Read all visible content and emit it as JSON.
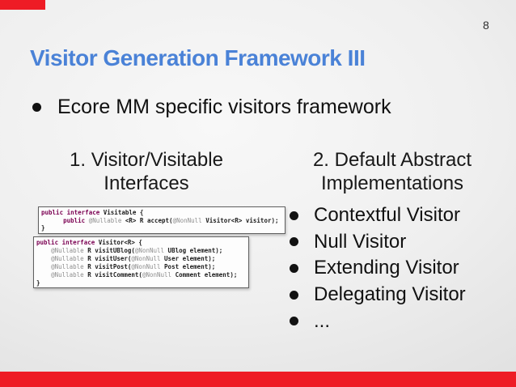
{
  "slide": {
    "page_number": "8",
    "title": "Visitor Generation Framework III",
    "main_bullet": "Ecore MM specific visitors framework",
    "left_column": {
      "heading_line1": "1. Visitor/Visitable",
      "heading_line2": "Interfaces"
    },
    "right_column": {
      "heading_line1": "2. Default Abstract",
      "heading_line2": "Implementations",
      "items": [
        "Contextful Visitor",
        "Null Visitor",
        "Extending Visitor",
        "Delegating Visitor",
        "..."
      ]
    },
    "code_blocks": [
      {
        "name": "visitable-interface",
        "lines": [
          [
            {
              "t": "k",
              "s": "public interface"
            },
            {
              "t": "p",
              "s": " Visitable {"
            }
          ],
          [
            {
              "t": "p",
              "s": "      "
            },
            {
              "t": "k",
              "s": "public"
            },
            {
              "t": "p",
              "s": " "
            },
            {
              "t": "a",
              "s": "@Nullable"
            },
            {
              "t": "p",
              "s": " <R> R accept("
            },
            {
              "t": "a",
              "s": "@NonNull"
            },
            {
              "t": "p",
              "s": " Visitor<R> visitor);"
            }
          ],
          [
            {
              "t": "p",
              "s": "}"
            }
          ]
        ]
      },
      {
        "name": "visitor-interface",
        "lines": [
          [
            {
              "t": "k",
              "s": "public interface"
            },
            {
              "t": "p",
              "s": " Visitor<R> {"
            }
          ],
          [
            {
              "t": "p",
              "s": "    "
            },
            {
              "t": "a",
              "s": "@Nullable"
            },
            {
              "t": "p",
              "s": " R visitUBlog("
            },
            {
              "t": "a",
              "s": "@NonNull"
            },
            {
              "t": "p",
              "s": " UBlog element);"
            }
          ],
          [
            {
              "t": "p",
              "s": "    "
            },
            {
              "t": "a",
              "s": "@Nullable"
            },
            {
              "t": "p",
              "s": " R visitUser("
            },
            {
              "t": "a",
              "s": "@NonNull"
            },
            {
              "t": "p",
              "s": " User element);"
            }
          ],
          [
            {
              "t": "p",
              "s": "    "
            },
            {
              "t": "a",
              "s": "@Nullable"
            },
            {
              "t": "p",
              "s": " R visitPost("
            },
            {
              "t": "a",
              "s": "@NonNull"
            },
            {
              "t": "p",
              "s": " Post element);"
            }
          ],
          [
            {
              "t": "p",
              "s": "    "
            },
            {
              "t": "a",
              "s": "@Nullable"
            },
            {
              "t": "p",
              "s": " R visitComment("
            },
            {
              "t": "a",
              "s": "@NonNull"
            },
            {
              "t": "p",
              "s": " Comment element);"
            }
          ],
          [
            {
              "t": "p",
              "s": "}"
            }
          ]
        ]
      }
    ],
    "colors": {
      "accent_red": "#ee1c25",
      "title_blue": "#4a82d7",
      "keyword": "#7b0052",
      "annotation": "#8f8f8f"
    }
  }
}
